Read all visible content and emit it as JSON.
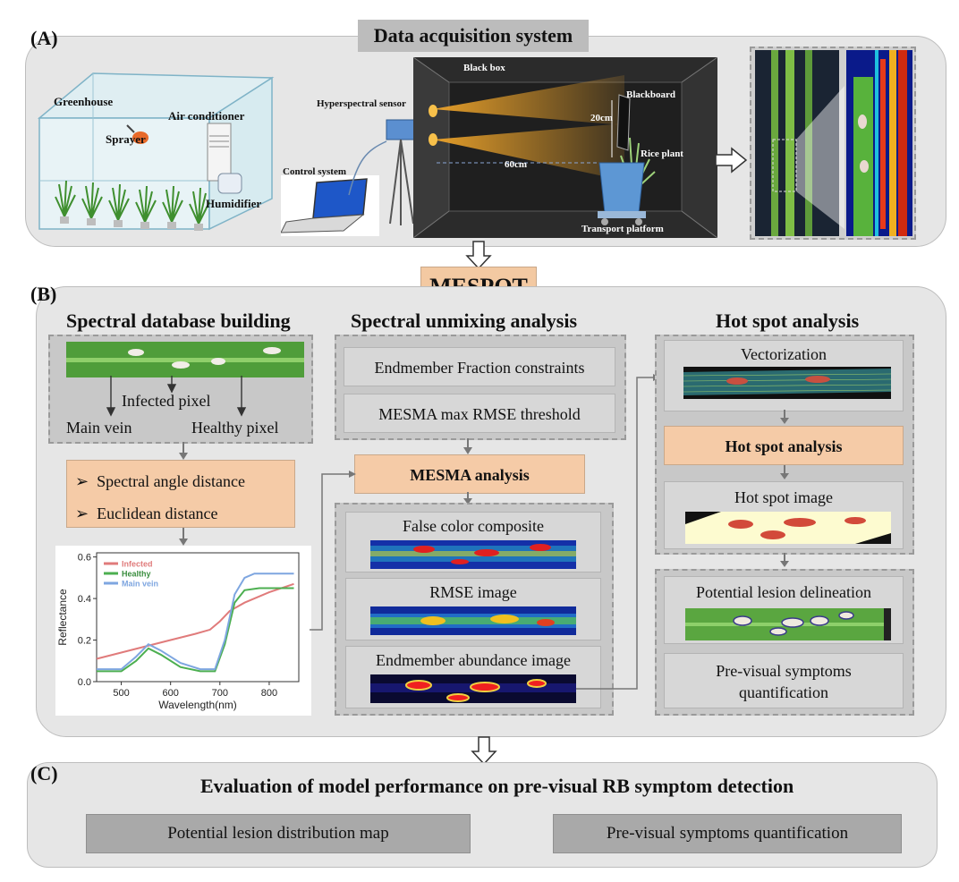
{
  "panel_a": {
    "label": "(A)",
    "title": "Data acquisition system",
    "labels": {
      "greenhouse": "Greenhouse",
      "air_conditioner": "Air conditioner",
      "sprayer": "Sprayer",
      "humidifier": "Humidifier",
      "hyperspectral_sensor": "Hyperspectral sensor",
      "control_system": "Control system",
      "black_box": "Black box",
      "blackboard": "Blackboard",
      "height": "20cm",
      "distance": "60cm",
      "rice_plant": "Rice plant",
      "transport_platform": "Transport platform"
    }
  },
  "mespot_label": "MESPOT",
  "panel_b": {
    "label": "(B)",
    "spectral_db": {
      "heading": "Spectral database building",
      "infected_pixel": "Infected pixel",
      "main_vein": "Main vein",
      "healthy_pixel": "Healthy pixel",
      "method1": "Spectral angle distance",
      "method2": "Euclidean distance"
    },
    "unmixing": {
      "heading": "Spectral unmixing analysis",
      "constraint": "Endmember Fraction constraints",
      "threshold": "MESMA max RMSE threshold",
      "analysis": "MESMA analysis",
      "false_color": "False color composite",
      "rmse": "RMSE image",
      "abundance": "Endmember abundance image"
    },
    "hotspot": {
      "heading": "Hot spot analysis",
      "vectorization": "Vectorization",
      "analysis": "Hot spot analysis",
      "image": "Hot spot image",
      "delineation": "Potential lesion delineation",
      "quant_line1": "Pre-visual symptoms",
      "quant_line2": "quantification"
    }
  },
  "panel_c": {
    "label": "(C)",
    "title": "Evaluation of model performance on pre-visual RB symptom detection",
    "box1": "Potential lesion distribution map",
    "box2": "Pre-visual symptoms quantification"
  },
  "chart_data": {
    "type": "line",
    "xlabel": "Wavelength(nm)",
    "ylabel": "Reflectance",
    "xlim": [
      450,
      860
    ],
    "ylim": [
      0,
      0.62
    ],
    "xticks": [
      "500",
      "600",
      "700",
      "800"
    ],
    "yticks": [
      "0.0",
      "0.2",
      "0.4",
      "0.6"
    ],
    "legend_position": "top-left",
    "grid": false,
    "series": [
      {
        "name": "Infected",
        "color": "#e07b7b",
        "x": [
          450,
          500,
          550,
          600,
          650,
          680,
          700,
          720,
          750,
          800,
          850
        ],
        "y": [
          0.11,
          0.14,
          0.17,
          0.2,
          0.23,
          0.25,
          0.29,
          0.34,
          0.38,
          0.43,
          0.47
        ]
      },
      {
        "name": "Healthy",
        "color": "#4caf50",
        "x": [
          450,
          500,
          530,
          555,
          580,
          620,
          660,
          690,
          710,
          730,
          750,
          780,
          850
        ],
        "y": [
          0.05,
          0.05,
          0.1,
          0.16,
          0.13,
          0.07,
          0.05,
          0.05,
          0.18,
          0.38,
          0.44,
          0.45,
          0.45
        ]
      },
      {
        "name": "Main vein",
        "color": "#7ea6e0",
        "x": [
          450,
          500,
          530,
          555,
          580,
          620,
          660,
          690,
          710,
          730,
          750,
          770,
          800,
          850
        ],
        "y": [
          0.06,
          0.06,
          0.12,
          0.18,
          0.15,
          0.09,
          0.06,
          0.06,
          0.2,
          0.42,
          0.5,
          0.52,
          0.52,
          0.52
        ]
      }
    ]
  }
}
